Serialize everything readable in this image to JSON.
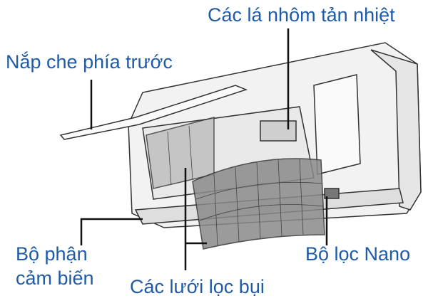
{
  "colors": {
    "label": "#1f5ba6",
    "leader": "#111111",
    "outline": "#333333",
    "body": "#f2f2f2"
  },
  "labels": {
    "fins": "Các lá nhôm tản nhiệt",
    "front_cover": "Nắp che phía trước",
    "sensor_line1": "Bộ phận",
    "sensor_line2": "cảm biến",
    "dust_filters": "Các lưới lọc bụi",
    "nano_filter": "Bộ lọc Nano"
  }
}
